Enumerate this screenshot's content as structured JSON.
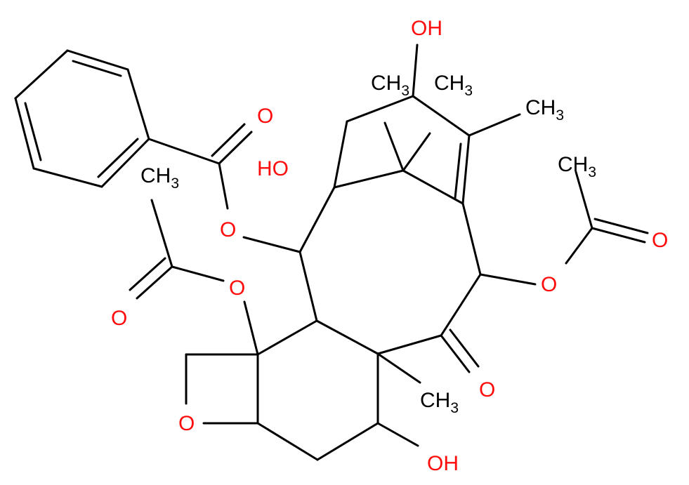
{
  "colors": {
    "background": "#ffffff",
    "bond": "#000000",
    "oxygen": "#ff0d0d",
    "carbon": "#000000"
  },
  "labels": {
    "oh_top": "OH",
    "ch3_a": "CH3",
    "ch3_b": "CH3",
    "ch3_c": "CH3",
    "ch3_acetyl_right": "CH3",
    "o_benzoyl_carbonyl": "O",
    "ho_left": "HO",
    "ch3_acetyl_left": "CH3",
    "o_ester_benzoyl": "O",
    "o_ester_acetyl_left": "O",
    "o_acetyl_left_carbonyl": "O",
    "o_ester_acetyl_right": "O",
    "o_acetyl_right_carbonyl": "O",
    "o_ketone": "O",
    "ch3_bottom": "CH3",
    "o_oxetane": "O",
    "oh_bottom": "OH"
  }
}
